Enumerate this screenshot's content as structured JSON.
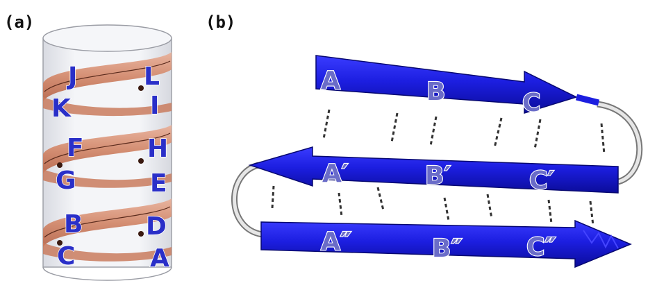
{
  "panels": {
    "a": {
      "label": "(a)"
    },
    "b": {
      "label": "(b)"
    }
  },
  "helix_labels": [
    "J",
    "L",
    "K",
    "I",
    "F",
    "H",
    "G",
    "E",
    "B",
    "D",
    "C",
    "A"
  ],
  "sheet_labels": [
    "A",
    "B",
    "C",
    "A′",
    "B′",
    "C′",
    "A″",
    "B″",
    "C″"
  ],
  "colors": {
    "ribbon_blue": "#1c1ee0",
    "helix_copper": "#d98e72",
    "label_blue": "#2a2fc8",
    "label_faded": "#6a6cc8"
  }
}
